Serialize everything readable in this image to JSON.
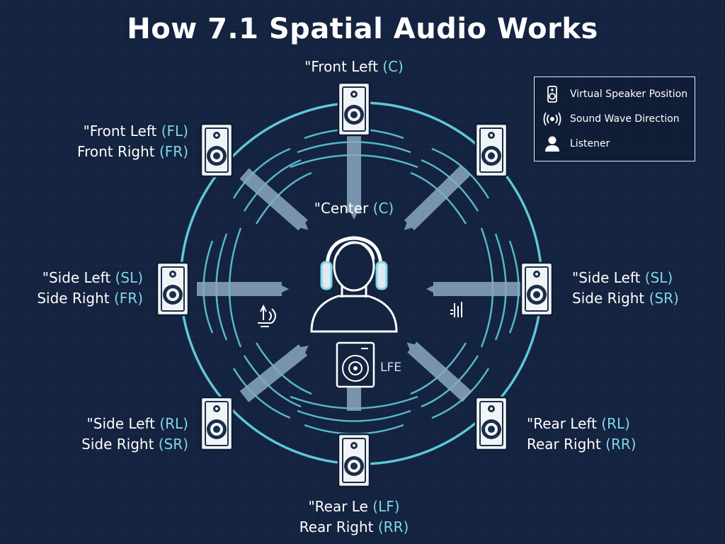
{
  "title": "How 7.1 Spatial Audio Works",
  "colors": {
    "background": "#14233f",
    "accent": "#7fd6e6",
    "arrow": "#8aa8c0",
    "circle": "#5fc8d8"
  },
  "labels": {
    "top": {
      "line1_text": "\"Front Left ",
      "line1_code": "(C)"
    },
    "front_left": {
      "line1_text": "\"Front Left ",
      "line1_code": "(FL)",
      "line2_text": "Front Right ",
      "line2_code": "(FR)"
    },
    "center": {
      "text": "\"Center ",
      "code": "(C)"
    },
    "side_left": {
      "line1_text": "\"Side Left ",
      "line1_code": "(SL)",
      "line2_text": "Side Right ",
      "line2_code": "(FR)"
    },
    "side_right": {
      "line1_text": "\"Side Left ",
      "line1_code": "(SL)",
      "line2_text": "Side Right ",
      "line2_code": "(SR)"
    },
    "rear_left": {
      "line1_text": "\"Side Left ",
      "line1_code": "(RL)",
      "line2_text": "Side Right ",
      "line2_code": "(SR)"
    },
    "rear_right": {
      "line1_text": "\"Rear Left ",
      "line1_code": "(RL)",
      "line2_text": "Rear Right ",
      "line2_code": "(RR)"
    },
    "bottom": {
      "line1_text": "\"Rear Le ",
      "line1_code": "(LF)",
      "line2_text": "Rear Right ",
      "line2_code": "(RR)"
    },
    "lfe": "LFE"
  },
  "legend": {
    "items": [
      {
        "icon": "speaker-icon",
        "label": "Virtual Speaker Position"
      },
      {
        "icon": "sound-wave-icon",
        "label": "Sound Wave Direction"
      },
      {
        "icon": "listener-icon",
        "label": "Listener"
      }
    ]
  }
}
